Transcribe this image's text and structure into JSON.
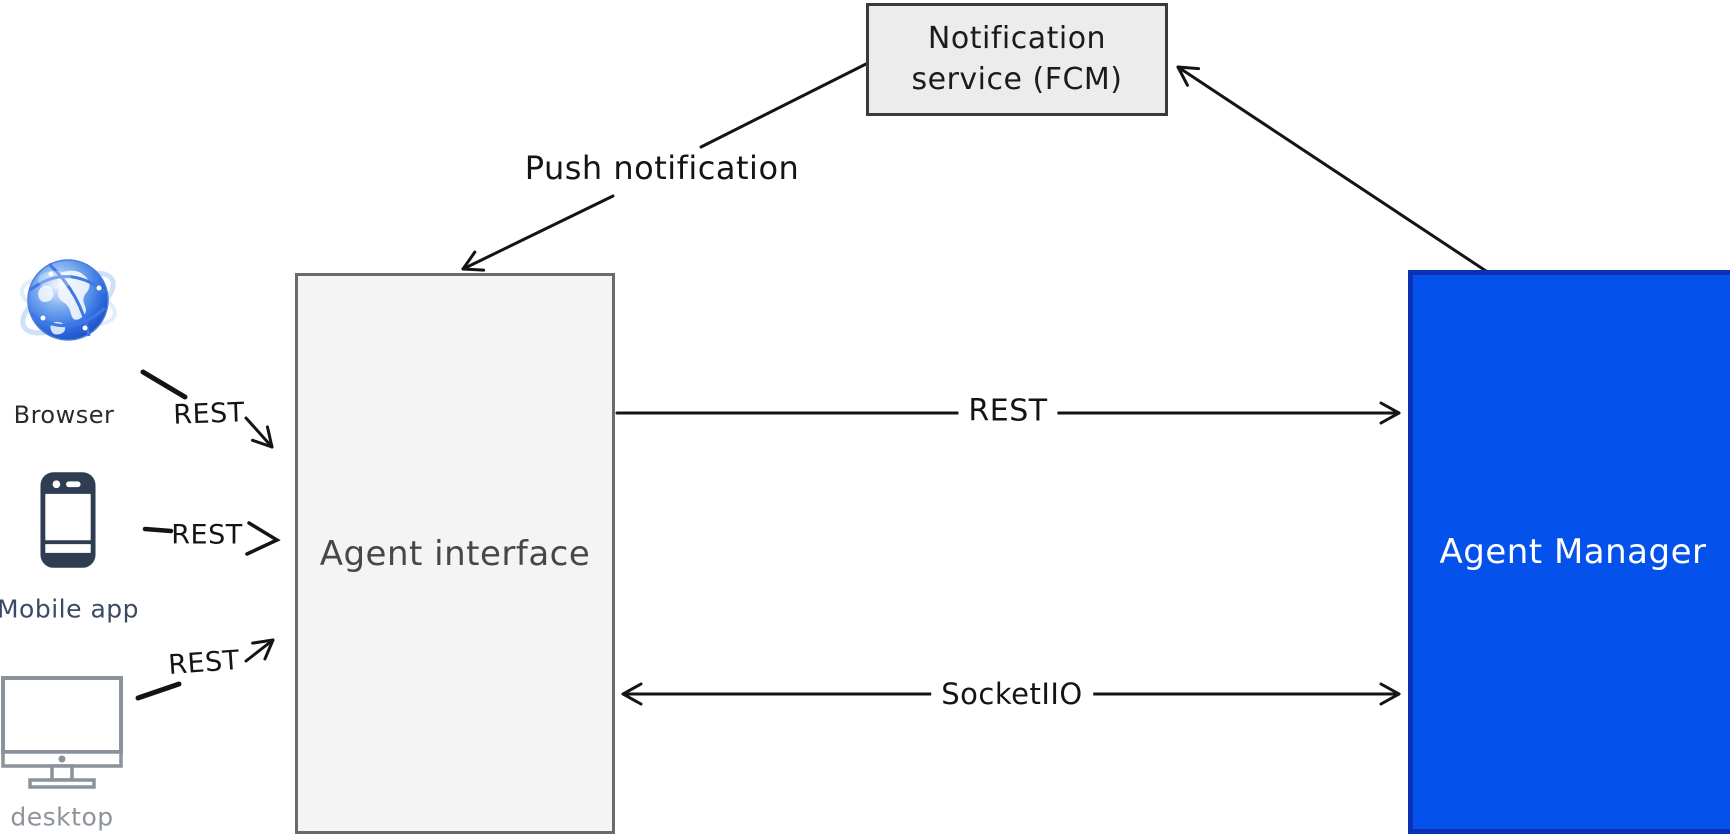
{
  "nodes": {
    "notification_service": {
      "line1": "Notification",
      "line2": "service (FCM)",
      "fill": "#ececec",
      "border_color": "#3a3a3a"
    },
    "agent_interface": {
      "label": "Agent interface",
      "fill": "#f4f4f4",
      "border_color": "#6a6a6a"
    },
    "agent_manager": {
      "label": "Agent Manager",
      "fill": "#0451ec",
      "border_color": "#0a31b4",
      "text_color": "#ffffff"
    }
  },
  "clients": {
    "browser": {
      "label": "Browser",
      "icon": "globe-icon"
    },
    "mobile": {
      "label": "Mobile app",
      "icon": "smartphone-icon",
      "icon_color": "#2e3d52"
    },
    "desktop": {
      "label": "desktop",
      "icon": "monitor-icon",
      "icon_color": "#8a929b"
    }
  },
  "edges": {
    "push_notification": {
      "label": "Push notification",
      "from": "Notification service (FCM)",
      "to": "Agent interface"
    },
    "manager_to_fcm": {
      "from": "Agent Manager",
      "to": "Notification service (FCM)"
    },
    "rest_main": {
      "label": "REST",
      "from": "Agent interface",
      "to": "Agent Manager"
    },
    "socket": {
      "label": "SocketIIO",
      "between": [
        "Agent interface",
        "Agent Manager"
      ],
      "bidirectional": true
    },
    "rest_browser": {
      "label": "REST",
      "from": "Browser",
      "to": "Agent interface"
    },
    "rest_mobile": {
      "label": "REST",
      "from": "Mobile app",
      "to": "Agent interface"
    },
    "rest_desktop": {
      "label": "REST",
      "from": "desktop",
      "to": "Agent interface"
    }
  },
  "colors": {
    "arrow": "#141414",
    "background": "#ffffff"
  }
}
